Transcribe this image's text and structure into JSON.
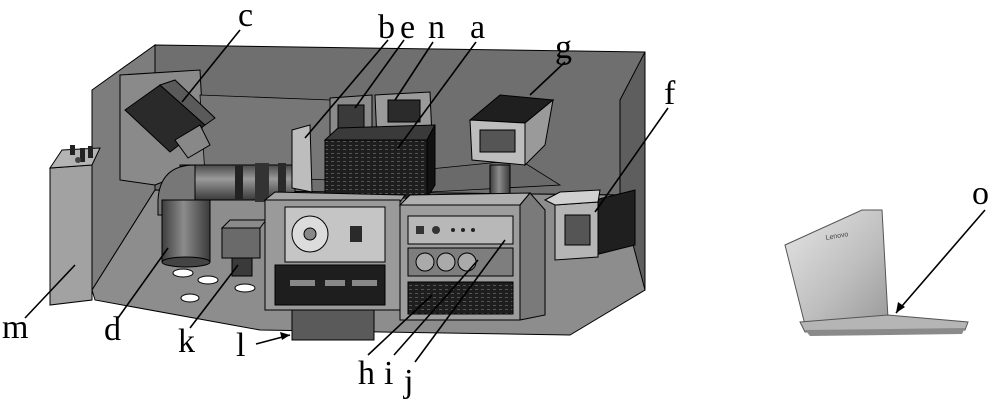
{
  "labels": {
    "a": "a",
    "b": "b",
    "c": "c",
    "d": "d",
    "e": "e",
    "f": "f",
    "g": "g",
    "h": "h",
    "i": "i",
    "j": "j",
    "k": "k",
    "l": "l",
    "m": "m",
    "n": "n",
    "o": "o"
  },
  "laptop_brand": "Lenovo",
  "colors": {
    "enclosure_dark": "#6e6e6e",
    "enclosure_mid": "#8a8a8a",
    "panel_light": "#a8a8a8",
    "device_black": "#1e1e1e",
    "laptop_silver": "#cfcfcf",
    "line": "#000000"
  }
}
